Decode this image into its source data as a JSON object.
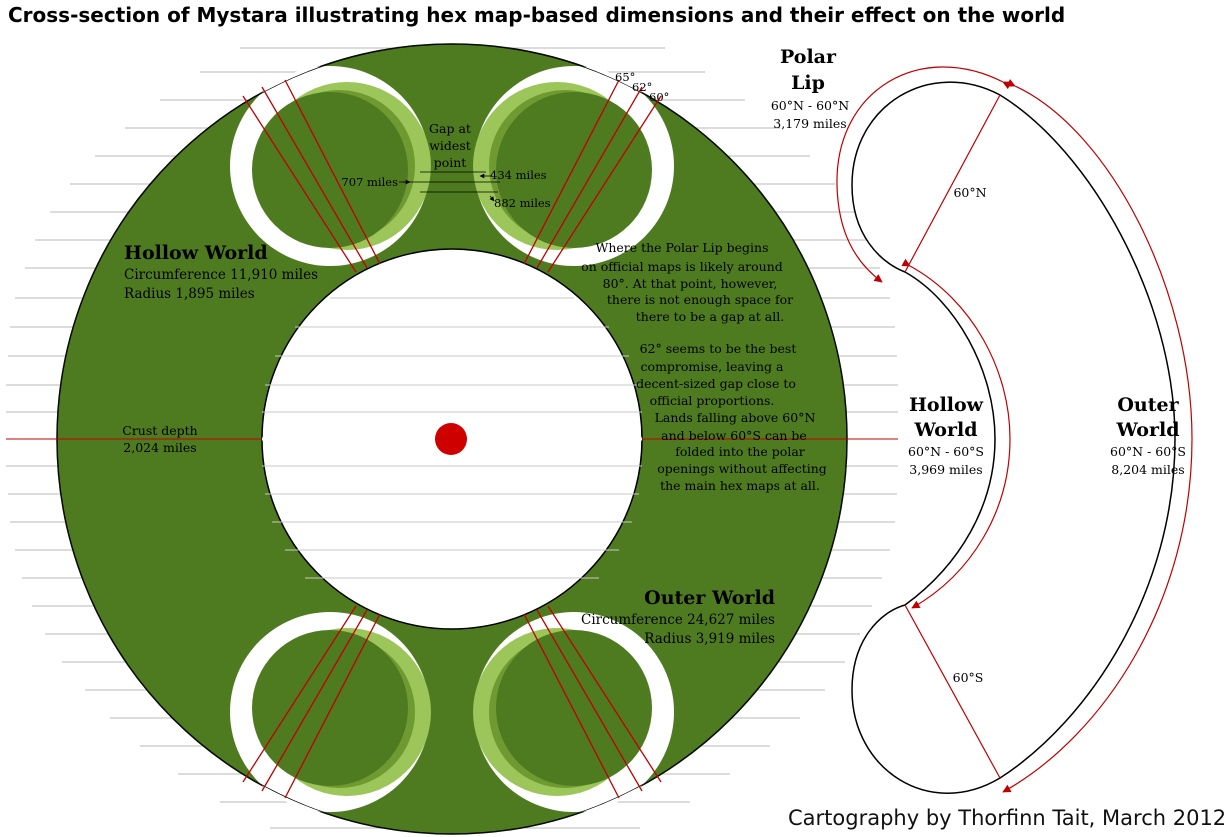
{
  "title": "Cross-section of Mystara illustrating hex map-based dimensions and their effect on the world",
  "credit": "Cartography by Thorfinn Tait, March 2012",
  "colors": {
    "dark_green": "#4f7b20",
    "mid_green": "#6f9a32",
    "light_green": "#9cc55a",
    "red": "#c00000",
    "rule": "#b8b8b8"
  },
  "cross_section": {
    "hollow_world": {
      "name": "Hollow World",
      "circumference": "Circumference 11,910 miles",
      "radius": "Radius 1,895 miles"
    },
    "outer_world": {
      "name": "Outer World",
      "circumference": "Circumference 24,627 miles",
      "radius": "Radius 3,919 miles"
    },
    "crust": {
      "label": "Crust depth",
      "value": "2,024 miles"
    },
    "gap": {
      "label_1": "Gap at",
      "label_2": "widest",
      "label_3": "point",
      "left": "707 miles",
      "top": "434 miles",
      "bottom": "882 miles"
    },
    "angles": {
      "a65": "65°",
      "a62": "62°",
      "a60": "60°"
    },
    "note_1": [
      "Where the Polar Lip begins",
      "on official maps is likely around",
      "80°.  At that point, however,",
      "there is not enough space for",
      "there to be a gap at all."
    ],
    "note_2": [
      "62° seems to be the best",
      "compromise, leaving a",
      "decent-sized gap close to",
      "official proportions.",
      "Lands falling above 60°N",
      "and below 60°S can be",
      "folded into the polar",
      "openings without affecting",
      "the main hex maps at all."
    ]
  },
  "profile": {
    "polar_lip": {
      "name_1": "Polar",
      "name_2": "Lip",
      "range": "60°N - 60°N",
      "length": "3,179 miles"
    },
    "hollow_world": {
      "name_1": "Hollow",
      "name_2": "World",
      "range": "60°N - 60°S",
      "length": "3,969 miles"
    },
    "outer_world": {
      "name_1": "Outer",
      "name_2": "World",
      "range": "60°N - 60°S",
      "length": "8,204 miles"
    },
    "north_label": "60°N",
    "south_label": "60°S"
  }
}
